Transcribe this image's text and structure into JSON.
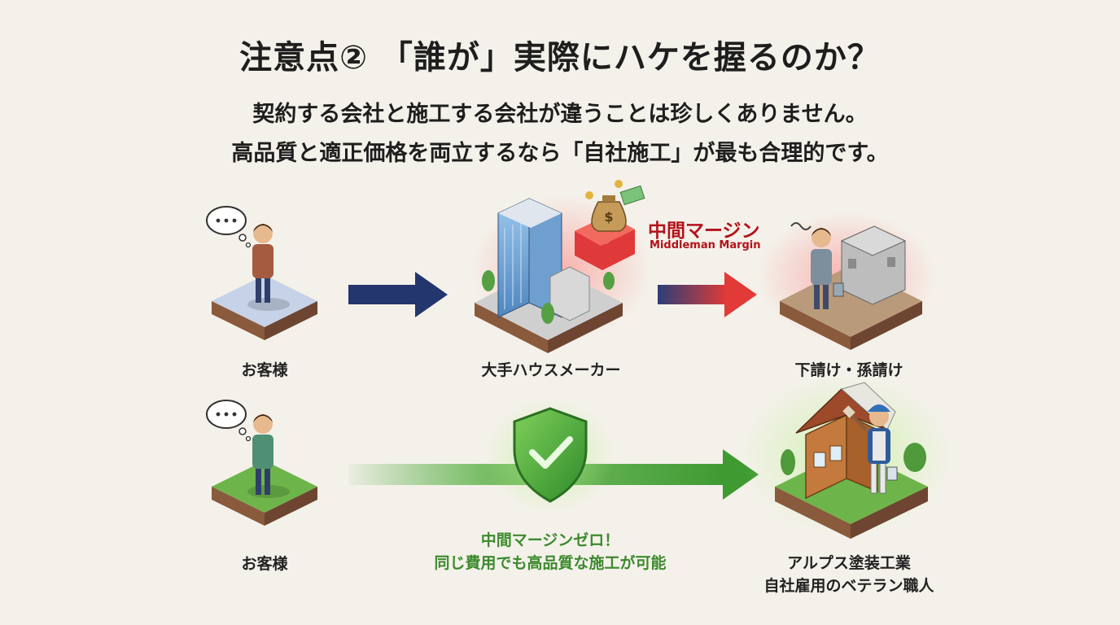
{
  "header": {
    "title": "注意点② 「誰が」実際にハケを握るのか？",
    "subtitle_line1": "契約する会社と施工する会社が違うことは珍しくありません。",
    "subtitle_line2": "高品質と適正価格を両立するなら「自社施工」が最も合理的です。"
  },
  "row_top": {
    "customer_label": "お客様",
    "maker_label": "大手ハウスメーカー",
    "margin_jp": "中間マージン",
    "margin_en": "Middleman Margin",
    "sub_label": "下請け・孫請け"
  },
  "row_bottom": {
    "customer_label": "お客様",
    "message_line1": "中間マージンゼロ！",
    "message_line2": "同じ費用でも高品質な施工が可能",
    "company_line1": "アルプス塗装工業",
    "company_line2": "自社雇用のベテラン職人"
  },
  "colors": {
    "navy": "#23366e",
    "red": "#d9282d",
    "green": "#4aa33a",
    "dark_red_text": "#b3121a"
  },
  "icons": [
    "thought-bubble-icon",
    "money-bag-icon",
    "cash-icon",
    "shield-check-icon",
    "brush-icon"
  ]
}
